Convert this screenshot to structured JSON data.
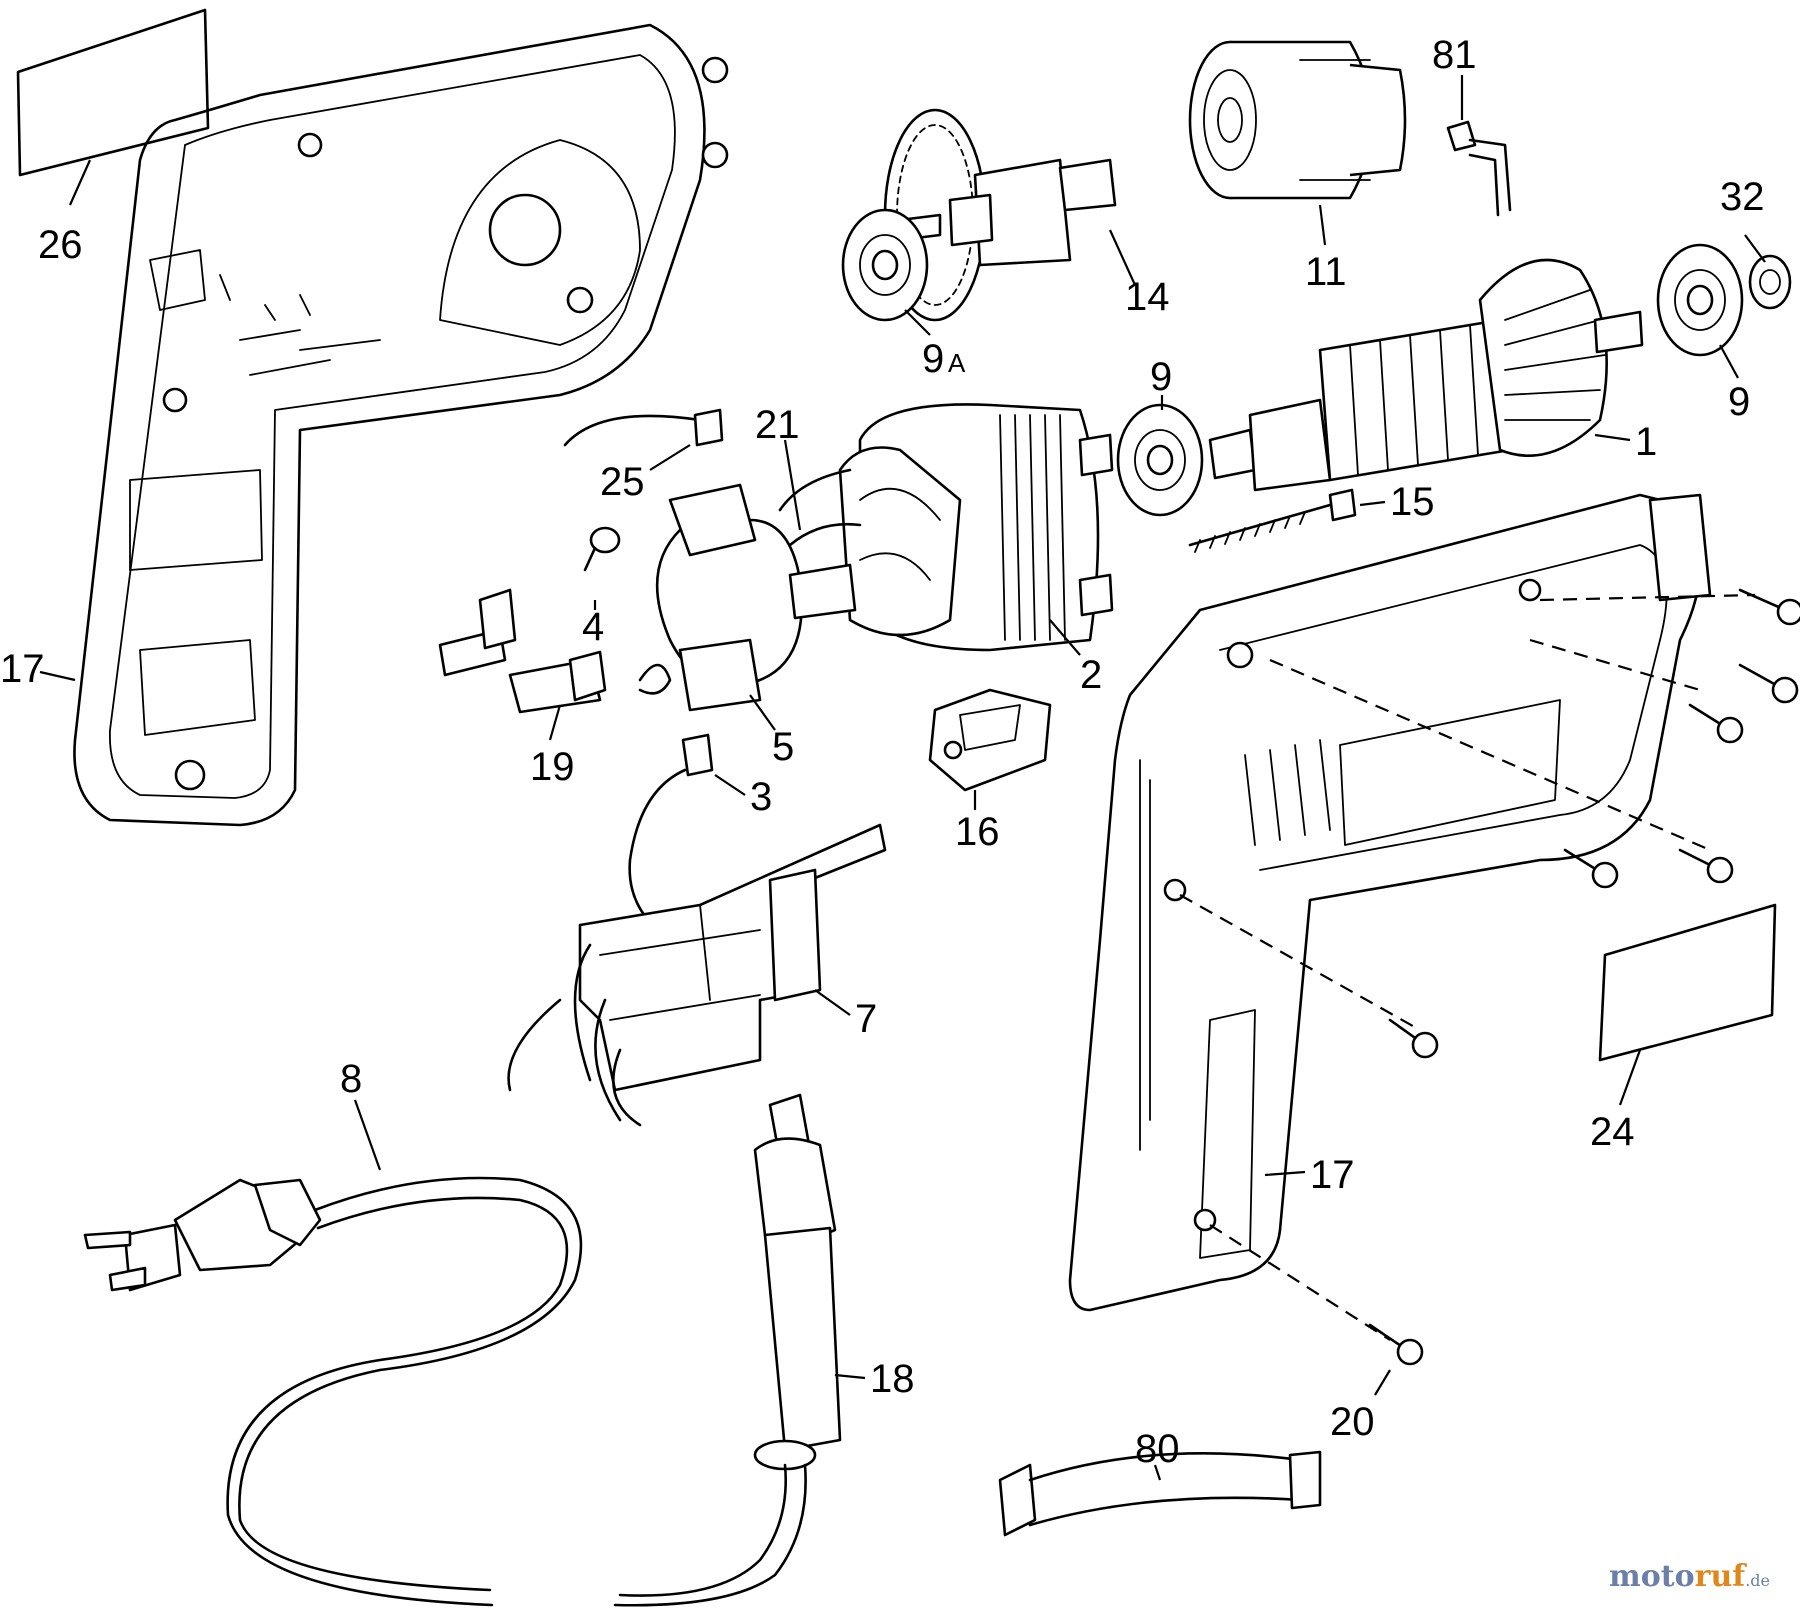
{
  "callouts": {
    "c26": "26",
    "c17_left": "17",
    "c81": "81",
    "c32": "32",
    "c14": "14",
    "c11": "11",
    "c9a": "9",
    "c9a_suffix": "A",
    "c9_mid": "9",
    "c9_right": "9",
    "c1": "1",
    "c21": "21",
    "c25": "25",
    "c15": "15",
    "c4": "4",
    "c2": "2",
    "c5": "5",
    "c19": "19",
    "c16": "16",
    "c3": "3",
    "c7": "7",
    "c8": "8",
    "c24": "24",
    "c17_right": "17",
    "c18": "18",
    "c20": "20",
    "c80": "80"
  },
  "watermark": {
    "part1": "moto",
    "part2": "ruf",
    "part3": ".de"
  }
}
